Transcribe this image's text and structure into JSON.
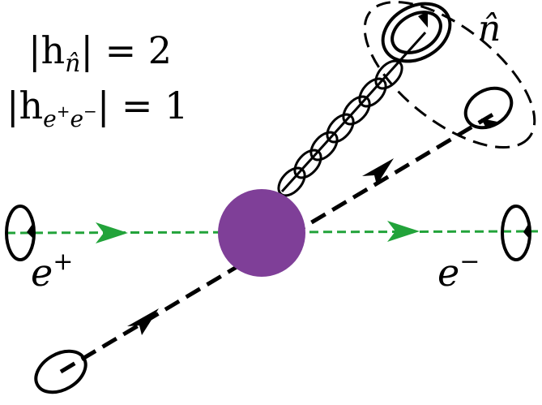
{
  "labels": {
    "helicity_n": {
      "prefix": "|h",
      "sub": "n̂",
      "suffix": "| = 2"
    },
    "helicity_ee": {
      "prefix": "|h",
      "sub_base": "e",
      "sub_sup1": "+",
      "sub_base2": "e",
      "sub_sup2": "−",
      "suffix": "| = 1"
    },
    "n_hat": "n̂",
    "positron": {
      "base": "e",
      "sup": "+"
    },
    "electron": {
      "base": "e",
      "sup": "−"
    }
  },
  "colors": {
    "beam": "#22a33a",
    "blob": "#7f3f98",
    "line": "#000000"
  }
}
